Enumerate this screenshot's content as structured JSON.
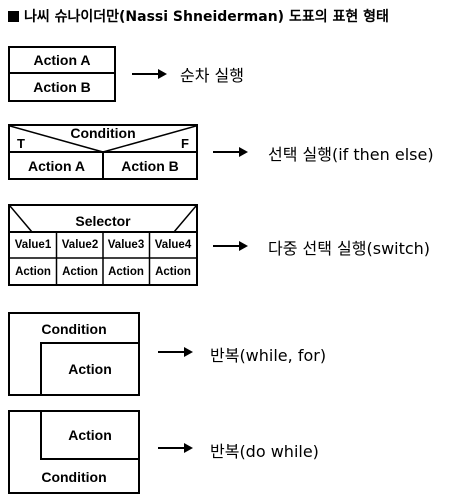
{
  "title": "나씨 슈나이더만(Nassi Shneiderman) 도표의 표현 형태",
  "sequence": {
    "action_a": "Action A",
    "action_b": "Action B",
    "label": "순차 실행"
  },
  "if_then_else": {
    "condition": "Condition",
    "true_mark": "T",
    "false_mark": "F",
    "action_a": "Action A",
    "action_b": "Action B",
    "label": "선택 실행(if then else)"
  },
  "switch": {
    "selector": "Selector",
    "values": [
      "Value1",
      "Value2",
      "Value3",
      "Value4"
    ],
    "actions": [
      "Action",
      "Action",
      "Action",
      "Action"
    ],
    "label": "다중 선택 실행(switch)"
  },
  "while_loop": {
    "condition": "Condition",
    "action": "Action",
    "label": "반복(while, for)"
  },
  "do_while_loop": {
    "action": "Action",
    "condition": "Condition",
    "label": "반복(do while)"
  }
}
